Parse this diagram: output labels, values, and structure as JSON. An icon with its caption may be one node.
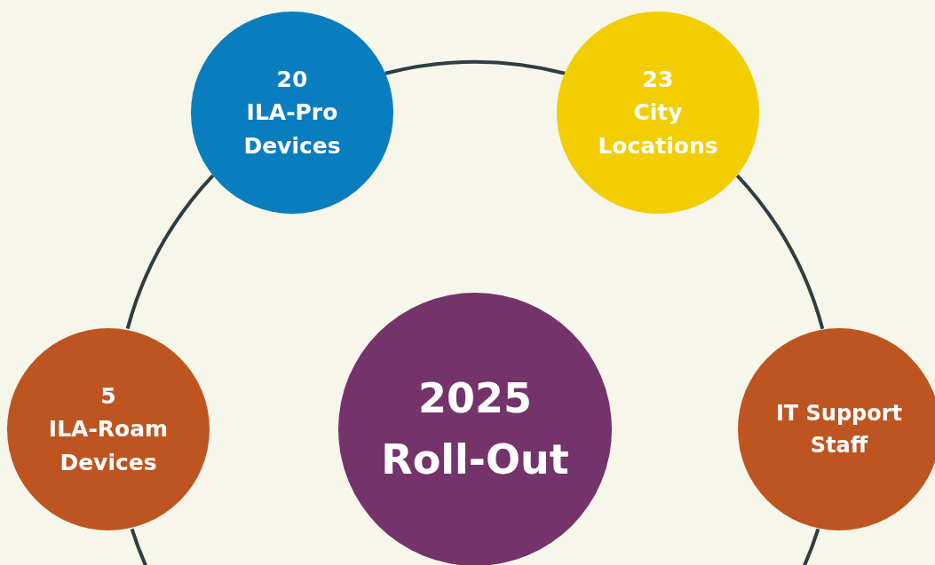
{
  "diagram": {
    "nodes": [
      {
        "text": [
          "20",
          "ILA-Pro Devices"
        ]
      },
      {
        "text": [
          "23",
          "City Locations"
        ]
      },
      {
        "text": [
          "5",
          "ILA-Roam Devices"
        ]
      },
      {
        "text": [
          "2025 Roll-Out"
        ]
      },
      {
        "text": [
          "IT Support Staff"
        ]
      }
    ],
    "edges": [
      {
        "from": 2,
        "to": 0,
        "arrow": "none"
      },
      {
        "from": 0,
        "to": 1,
        "arrow": "none"
      },
      {
        "from": 1,
        "to": 4,
        "arrow": "none"
      },
      {
        "from": 4,
        "to": 2,
        "arrow": "none"
      }
    ]
  }
}
